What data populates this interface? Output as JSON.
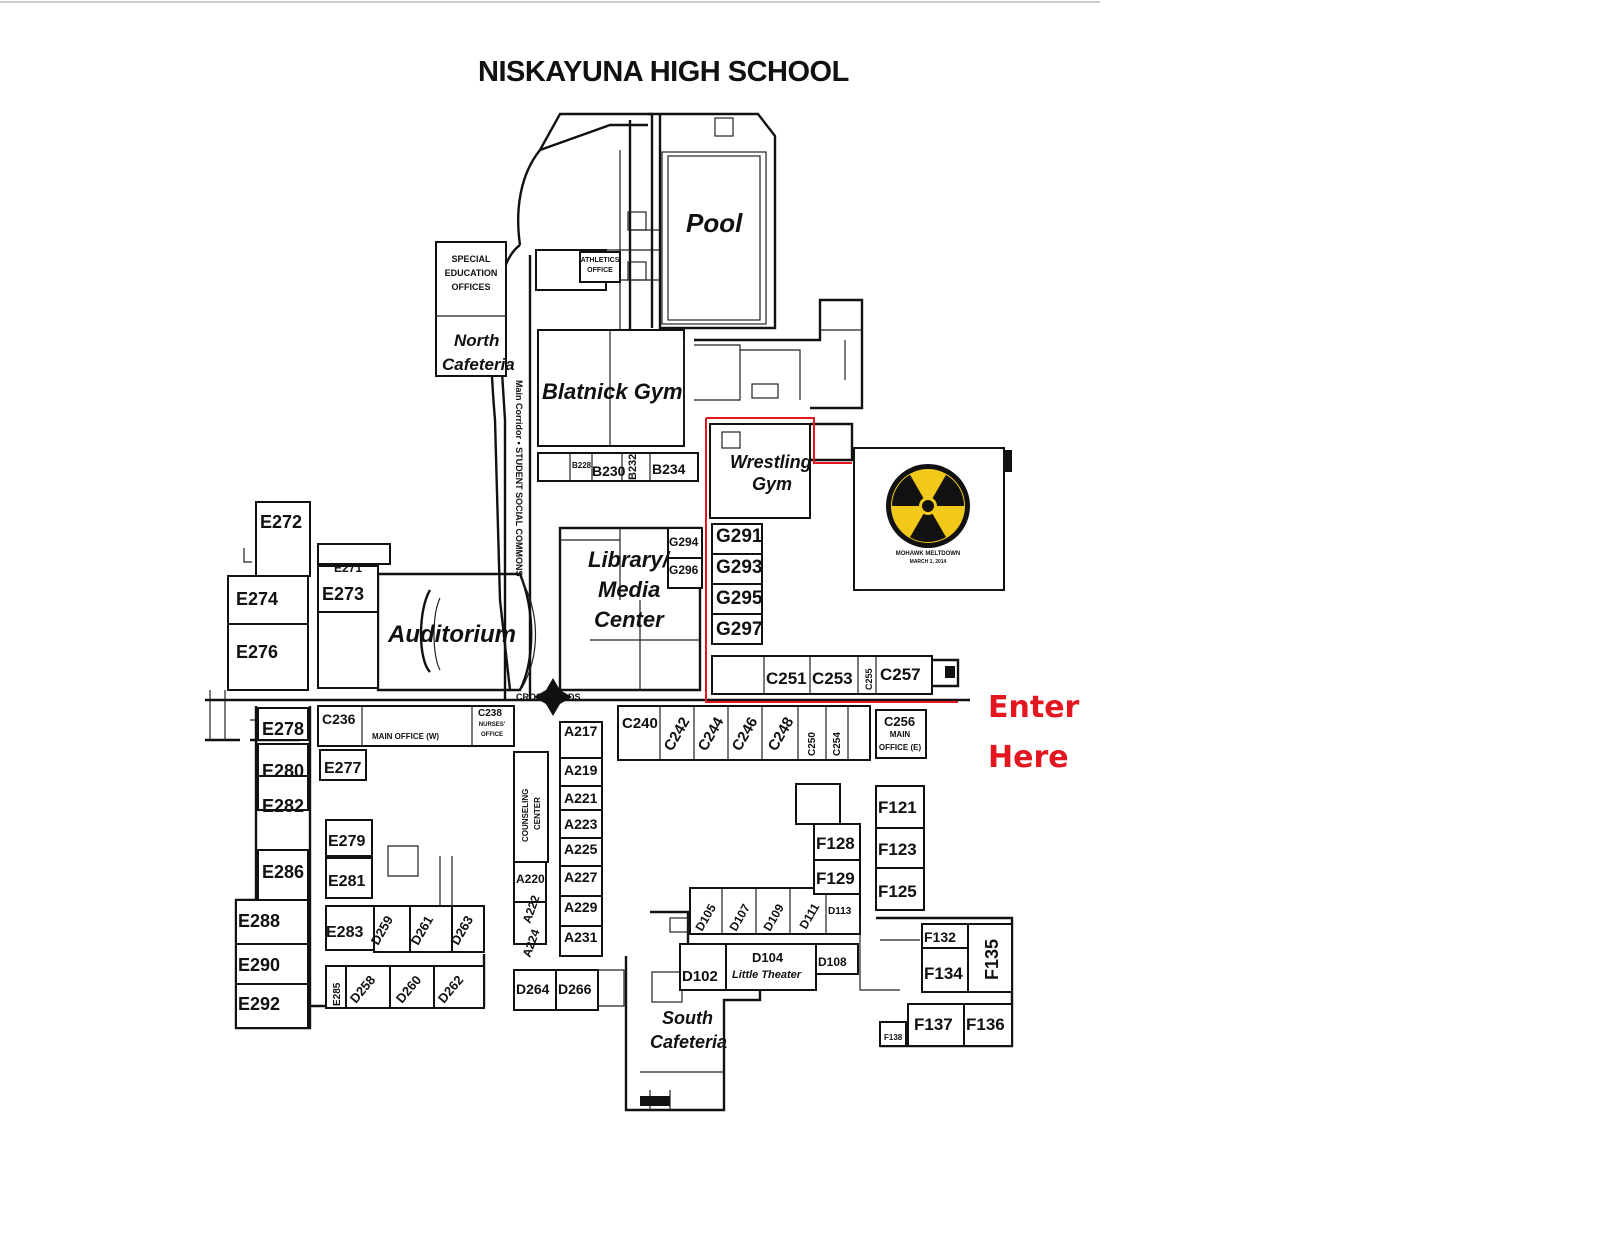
{
  "title": "NISKAYUNA HIGH SCHOOL",
  "entrance": {
    "line1": "Enter",
    "line2": "Here",
    "color": "#e3171f"
  },
  "areas": {
    "pool": "Pool",
    "blatnick_gym": "Blatnick Gym",
    "wrestling_line1": "Wrestling",
    "wrestling_line2": "Gym",
    "library_line1": "Library/",
    "library_line2": "Media",
    "library_line3": "Center",
    "auditorium": "Auditorium",
    "north_cafeteria_line1": "North",
    "north_cafeteria_line2": "Cafeteria",
    "south_cafeteria_line1": "South",
    "south_cafeteria_line2": "Cafeteria",
    "little_theater": "Little Theater",
    "special_ed_line1": "SPECIAL",
    "special_ed_line2": "EDUCATION",
    "special_ed_line3": "OFFICES",
    "athletics_line1": "ATHLETICS",
    "athletics_line2": "OFFICE",
    "main_office_w": "MAIN OFFICE (W)",
    "main_office_e_line1": "MAIN",
    "main_office_e_line2": "OFFICE (E)",
    "nurses_line1": "NURSES'",
    "nurses_line2": "OFFICE",
    "counseling_line1": "COUNSELING",
    "counseling_line2": "CENTER",
    "main_corridor": "Main Corridor • STUDENT SOCIAL COMMONS",
    "crossroads": "CROSSROADS"
  },
  "logo": {
    "line1": "MOHAWK MELTDOWN",
    "line2": "MARCH 1, 2014",
    "colors": {
      "fill": "#f2c81b",
      "ring": "#111111"
    },
    "icon": "radiation-symbol-icon"
  },
  "rooms": {
    "g291": "G291",
    "g293": "G293",
    "g295": "G295",
    "g297": "G297",
    "g294": "G294",
    "g296": "G296",
    "b228": "B228",
    "b230": "B230",
    "b232": "B232",
    "b234": "B234",
    "c251": "C251",
    "c253": "C253",
    "c255": "C255",
    "c257": "C257",
    "c240": "C240",
    "c242": "C242",
    "c244": "C244",
    "c246": "C246",
    "c248": "C248",
    "c250": "C250",
    "c254": "C254",
    "c256": "C256",
    "c236": "C236",
    "c238": "C238",
    "e271": "E271",
    "e272": "E272",
    "e273": "E273",
    "e274": "E274",
    "e276": "E276",
    "e277": "E277",
    "e278": "E278",
    "e279": "E279",
    "e280": "E280",
    "e281": "E281",
    "e282": "E282",
    "e283": "E283",
    "e285": "E285",
    "e286": "E286",
    "e288": "E288",
    "e290": "E290",
    "e292": "E292",
    "d258": "D258",
    "d259": "D259",
    "d260": "D260",
    "d261": "D261",
    "d262": "D262",
    "d263": "D263",
    "d264": "D264",
    "d266": "D266",
    "a217": "A217",
    "a219": "A219",
    "a220": "A220",
    "a221": "A221",
    "a222": "A222",
    "a223": "A223",
    "a224": "A224",
    "a225": "A225",
    "a227": "A227",
    "a229": "A229",
    "a231": "A231",
    "f121": "F121",
    "f123": "F123",
    "f125": "F125",
    "f128": "F128",
    "f129": "F129",
    "f132": "F132",
    "f134": "F134",
    "f135": "F135",
    "f136": "F136",
    "f137": "F137",
    "f138": "F138",
    "d102": "D102",
    "d104": "D104",
    "d105": "D105",
    "d107": "D107",
    "d108": "D108",
    "d109": "D109",
    "d111": "D111",
    "d113": "D113"
  }
}
